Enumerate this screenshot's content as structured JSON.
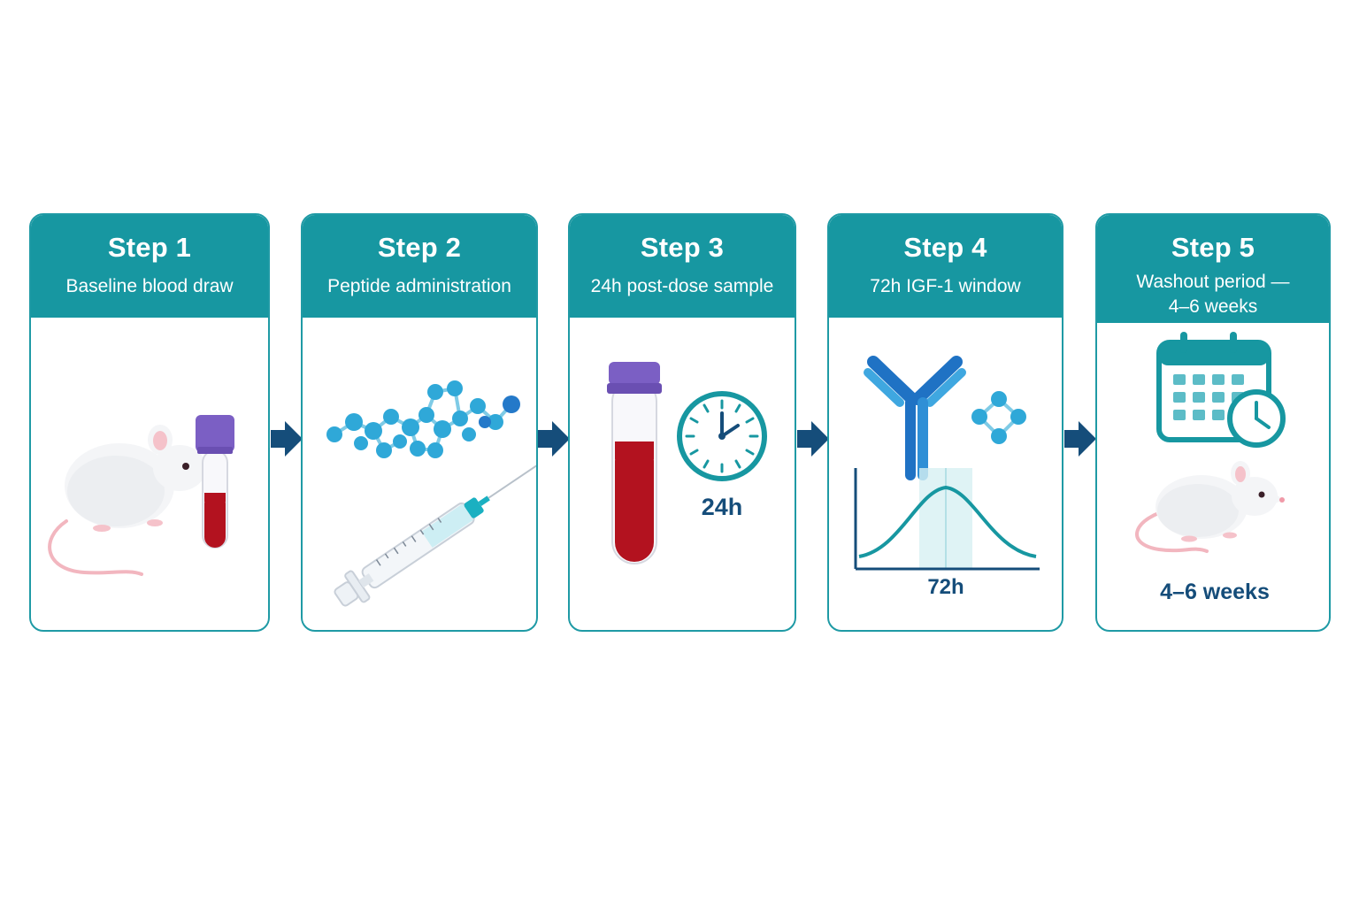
{
  "steps": [
    {
      "title": "Step 1",
      "subtitle": "Baseline blood draw"
    },
    {
      "title": "Step 2",
      "subtitle": "Peptide administration"
    },
    {
      "title": "Step 3",
      "subtitle": "24h post-dose sample",
      "label": "24h"
    },
    {
      "title": "Step 4",
      "subtitle": "72h IGF-1 window",
      "label": "72h"
    },
    {
      "title": "Step 5",
      "subtitle_line1": "Washout period —",
      "subtitle_line2": "4–6 weeks",
      "label": "4–6 weeks"
    }
  ],
  "icons": {
    "step1": [
      "mouse-icon",
      "blood-tube-icon"
    ],
    "step2": [
      "peptide-molecule-icon",
      "syringe-icon"
    ],
    "step3": [
      "blood-tube-icon",
      "clock-icon"
    ],
    "step4": [
      "antibody-icon",
      "molecule-icon",
      "igf1-curve-icon"
    ],
    "step5": [
      "calendar-icon",
      "clock-icon",
      "mouse-icon"
    ],
    "connector": "arrow-right-icon"
  },
  "colors": {
    "header_teal": "#1797a1",
    "border_teal": "#1f9aa5",
    "arrow_navy": "#154d7a",
    "blood_red": "#b3121f",
    "cap_purple": "#7b5fc4",
    "molecule_blue": "#2fa8d8",
    "antibody_blue": "#1f72c4"
  }
}
